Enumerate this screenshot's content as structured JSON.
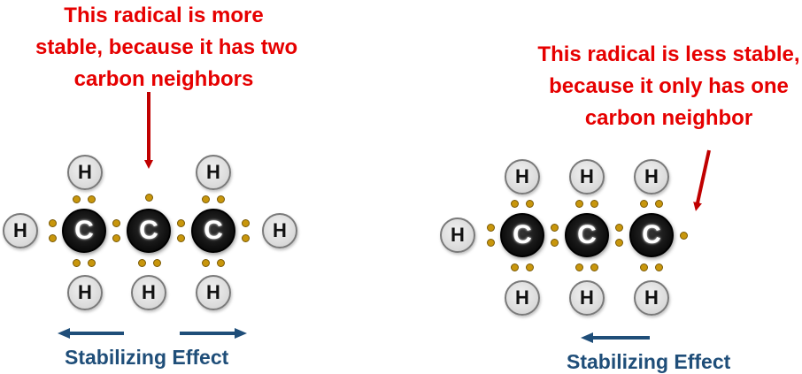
{
  "left": {
    "caption": [
      "This radical is more",
      "stable, because it has two",
      "carbon neighbors"
    ],
    "effect_label": "Stabilizing Effect"
  },
  "right": {
    "caption": [
      "This radical is less stable,",
      "because it only has one",
      "carbon neighbor"
    ],
    "effect_label": "Stabilizing Effect"
  },
  "atoms": {
    "carbon": "C",
    "hydrogen": "H"
  },
  "colors": {
    "caption": "#e60000",
    "pointer_arrow": "#c00000",
    "effect": "#1f4e79",
    "electron": "#c8960c"
  }
}
